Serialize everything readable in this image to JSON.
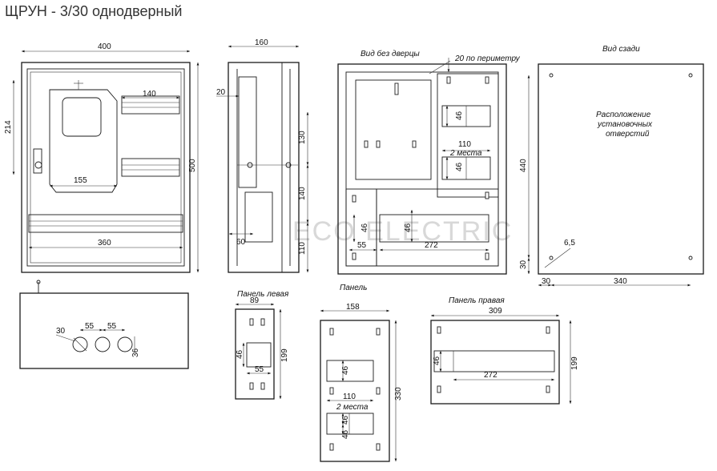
{
  "title": "ЩРУН - 3/30 однодверный",
  "watermark": "ECO ELECTRIC",
  "front": {
    "dim_width": "400",
    "dim_height": "500",
    "dim_214": "214",
    "dim_140": "140",
    "dim_155": "155",
    "dim_360": "360"
  },
  "side": {
    "dim_160": "160",
    "dim_20": "20",
    "dim_130": "130",
    "dim_140": "140",
    "dim_110": "110",
    "dim_60": "60"
  },
  "nodoor": {
    "label": "Вид без дверцы",
    "perimeter": "20 по периметру",
    "dim_46a": "46",
    "dim_110": "110",
    "two_places": "2 места",
    "dim_46b": "46",
    "dim_46c": "46",
    "dim_46d": "46",
    "dim_55": "55",
    "dim_272": "272"
  },
  "back": {
    "label": "Вид сзади",
    "note_line1": "Расположение",
    "note_line2": "установочных",
    "note_line3": "отверстий",
    "dim_440": "440",
    "dim_6_5": "6,5",
    "dim_30a": "30",
    "dim_30b": "30",
    "dim_340": "340"
  },
  "bottom": {
    "dim_30": "30",
    "dim_55a": "55",
    "dim_55b": "55",
    "dim_36": "36"
  },
  "panel_left": {
    "label": "Панель левая",
    "dim_89": "89",
    "dim_46": "46",
    "dim_55": "55",
    "dim_199": "199"
  },
  "panel": {
    "label": "Панель",
    "dim_158": "158",
    "dim_46a": "46",
    "dim_110": "110",
    "two_places": "2 места",
    "dim_46b": "46",
    "dim_46c": "46",
    "dim_330": "330"
  },
  "panel_right": {
    "label": "Панель правая",
    "dim_309": "309",
    "dim_46": "46",
    "dim_272": "272",
    "dim_199": "199"
  }
}
